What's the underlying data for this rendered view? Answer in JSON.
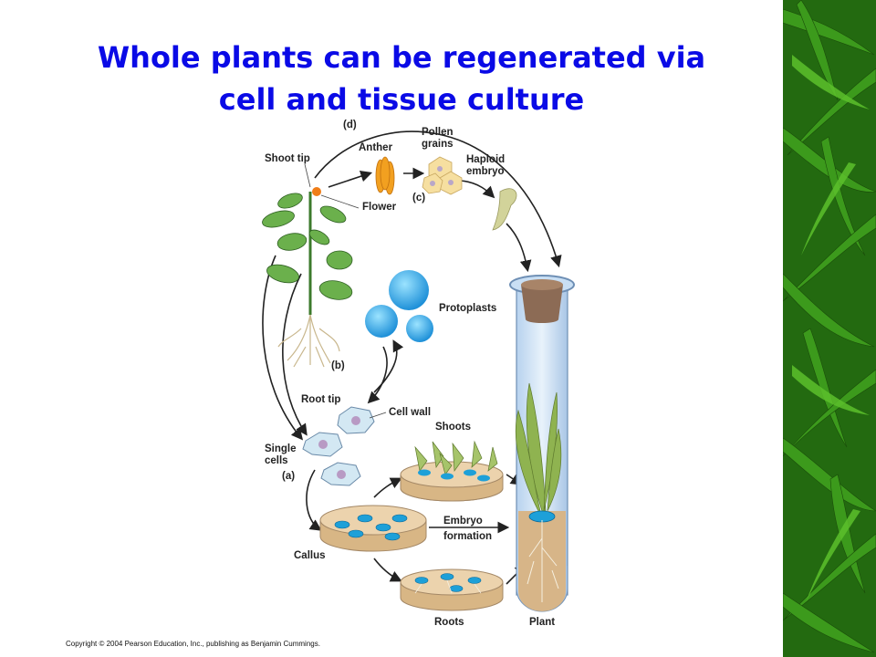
{
  "slide": {
    "title_line1": "Whole plants can be regenerated via",
    "title_line2": "cell and tissue culture",
    "copyright": "Copyright © 2004 Pearson Education, Inc., publishing as Benjamin Cummings."
  },
  "labels": {
    "shoot_tip": "Shoot tip",
    "step_d": "(d)",
    "anther": "Anther",
    "pollen_1": "Pollen",
    "pollen_2": "grains",
    "haploid_1": "Haploid",
    "haploid_2": "embryo",
    "step_c": "(c)",
    "flower": "Flower",
    "protoplasts": "Protoplasts",
    "step_b": "(b)",
    "root_tip": "Root tip",
    "cell_wall": "Cell wall",
    "single_1": "Single",
    "single_2": "cells",
    "step_a": "(a)",
    "shoots": "Shoots",
    "embryo_1": "Embryo",
    "embryo_2": "formation",
    "callus": "Callus",
    "roots": "Roots",
    "plant": "Plant"
  },
  "colors": {
    "title": "#0a0ae6",
    "bamboo_bg": "#2a7a12",
    "callus_blue": "#1ea0d8",
    "medium": "#e2c49a",
    "anther": "#f2a020",
    "pollen": "#f6dfa0"
  }
}
